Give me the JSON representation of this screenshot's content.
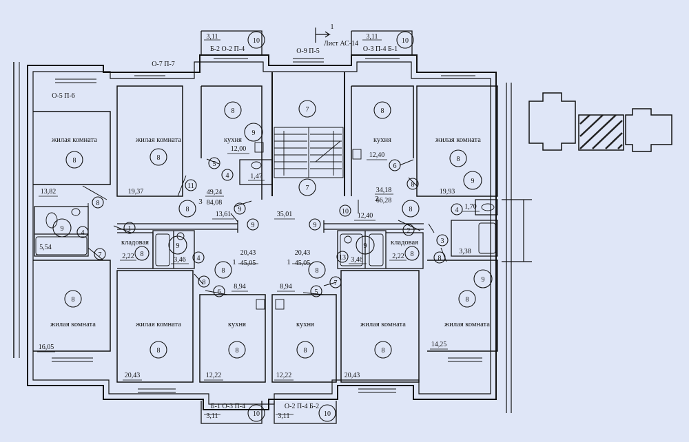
{
  "sheet_ref": "Лист АС-14",
  "section_mark": "1",
  "label_living": "жилая комната",
  "label_kitchen": "кухня",
  "label_storage": "кладовая",
  "window_marks": {
    "o5p6": "О-5  П-6",
    "o7p7": "О-7  П-7",
    "b2o2p4": "Б-2  О-2  П-4",
    "o9p5": "О-9  П-5",
    "o3p4b1": "О-3  П-4  Б-1",
    "b1o3p4": "Б-1  О-3  П-4",
    "o2p4b2": "О-2  П-4  Б-2"
  },
  "balcony_area": "3,11",
  "apartments": {
    "a3": {
      "no": "3",
      "living": "49,24",
      "total": "84,08"
    },
    "a2": {
      "no": "2",
      "living": "34,18",
      "total": "66,28"
    },
    "a1l": {
      "no": "1",
      "living": "20,43",
      "total": "45,05"
    },
    "a1r": {
      "no": "1",
      "living": "20,43",
      "total": "45,05"
    }
  },
  "areas": {
    "r1382": "13,82",
    "r1937": "19,37",
    "r1200": "12,00",
    "r147": "1,47",
    "r1361": "13,61",
    "r3501": "35,01",
    "r1240a": "12,40",
    "r1240b": "12,40",
    "r1993": "19,93",
    "r170": "1,70",
    "r554": "5,54",
    "r222a": "2,22",
    "r346a": "3,46",
    "r346b": "3,46",
    "r222b": "2,22",
    "r338": "3,38",
    "r1605": "16,05",
    "r894a": "8,94",
    "r894b": "8,94",
    "r2043a": "20,43",
    "r1222a": "12,22",
    "r1222b": "12,22",
    "r2043b": "20,43",
    "r1425": "14,25"
  },
  "callouts": [
    "1",
    "2",
    "3",
    "4",
    "5",
    "6",
    "7",
    "8",
    "9",
    "10",
    "11",
    "13"
  ],
  "colors": {
    "background": "#dfe6f7",
    "line": "#111111",
    "hatch": "#222222"
  }
}
